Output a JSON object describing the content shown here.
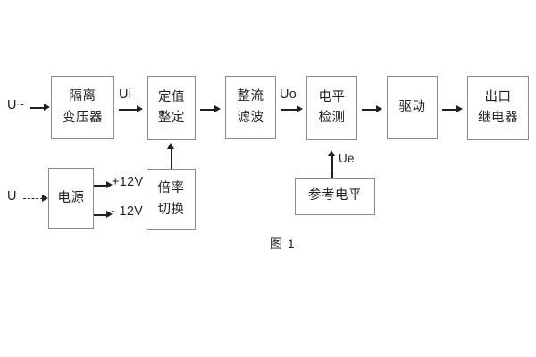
{
  "figure": {
    "caption": "图 1",
    "title": ""
  },
  "blocks": {
    "isolation_transformer": {
      "line1": "隔离",
      "line2": "变压器"
    },
    "setting_value": {
      "line1": "定值",
      "line2": "整定"
    },
    "rectify_filter": {
      "line1": "整流",
      "line2": "滤波"
    },
    "level_detection": {
      "line1": "电平",
      "line2": "检测"
    },
    "drive": {
      "line1": "驱动",
      "line2": ""
    },
    "output_relay": {
      "line1": "出口",
      "line2": "继电器"
    },
    "power_supply": {
      "line1": "电源",
      "line2": ""
    },
    "multiplier_switch": {
      "line1": "倍率",
      "line2": "切换"
    },
    "reference_level": {
      "line1": "参考电平",
      "line2": ""
    }
  },
  "signals": {
    "ac_input": "U~",
    "dc_input": "U",
    "ui": "Ui",
    "uo": "Uo",
    "ue": "Ue",
    "pos12v": "+12V",
    "neg12v": "- 12V"
  },
  "colors": {
    "box_border": "#8a8a8a",
    "text": "#231f20",
    "arrow": "#231f20",
    "background": "#ffffff"
  }
}
